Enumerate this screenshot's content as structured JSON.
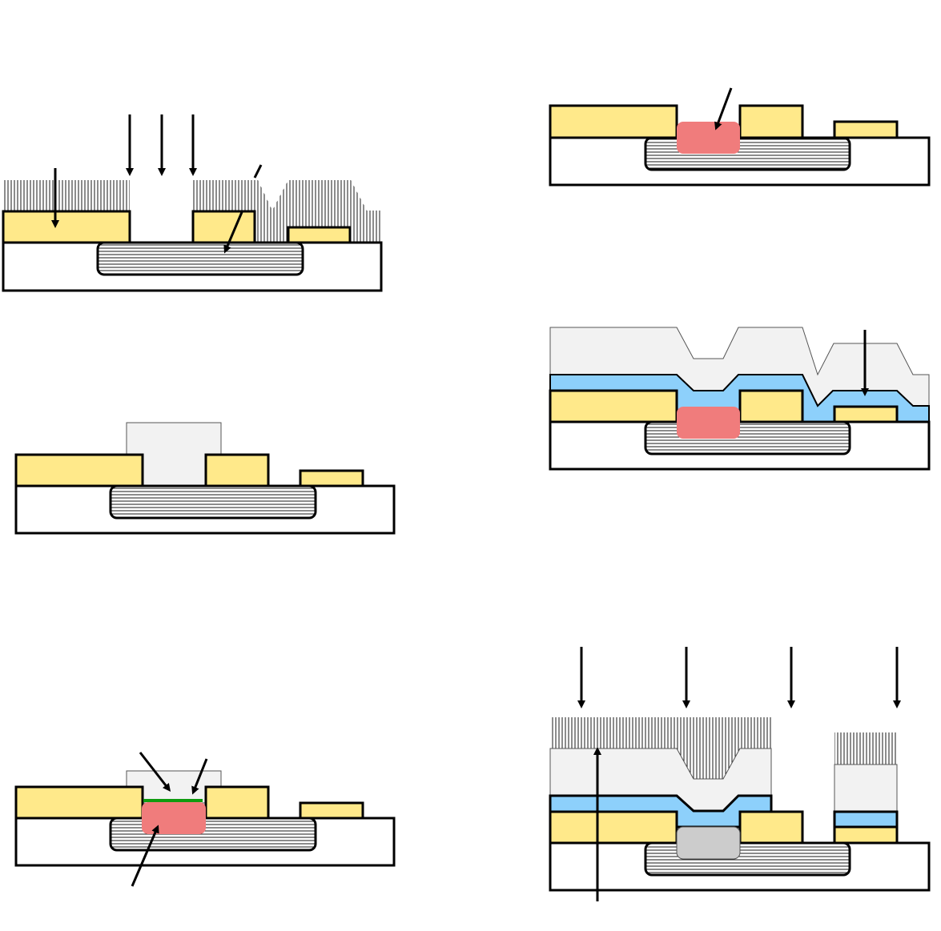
{
  "colors": {
    "gold": "#ffe98a",
    "pink": "#f07c7c",
    "blue": "#8dd0fb",
    "gray_fill": "#f2f2f2",
    "dark_gray": "#cccccc",
    "green": "#0f9b10",
    "stroke": "#000000"
  },
  "panels": [
    {
      "id": "a",
      "name": "panel-1",
      "description_elements": [
        "substrate",
        "buried-layer",
        "gold-blocks",
        "striped-resist",
        "down-arrows"
      ]
    },
    {
      "id": "b",
      "name": "panel-2",
      "description_elements": [
        "substrate",
        "buried-layer",
        "gold-blocks",
        "pink-implant",
        "arrow"
      ]
    },
    {
      "id": "c",
      "name": "panel-3",
      "description_elements": [
        "substrate",
        "buried-layer",
        "gold-blocks",
        "gray-plug"
      ]
    },
    {
      "id": "d",
      "name": "panel-4",
      "description_elements": [
        "substrate",
        "buried-layer",
        "gold-blocks",
        "pink-implant",
        "blue-liner",
        "gray-fill",
        "arrow"
      ]
    },
    {
      "id": "e",
      "name": "panel-5",
      "description_elements": [
        "substrate",
        "buried-layer",
        "gold-blocks",
        "pink-implant",
        "green-film",
        "gray-cap",
        "arrows"
      ]
    },
    {
      "id": "f",
      "name": "panel-6",
      "description_elements": [
        "substrate",
        "buried-layer",
        "gold-blocks",
        "gray-core",
        "blue-liner",
        "gray-fill",
        "striped-resist",
        "down-arrows",
        "up-arrow"
      ]
    }
  ]
}
